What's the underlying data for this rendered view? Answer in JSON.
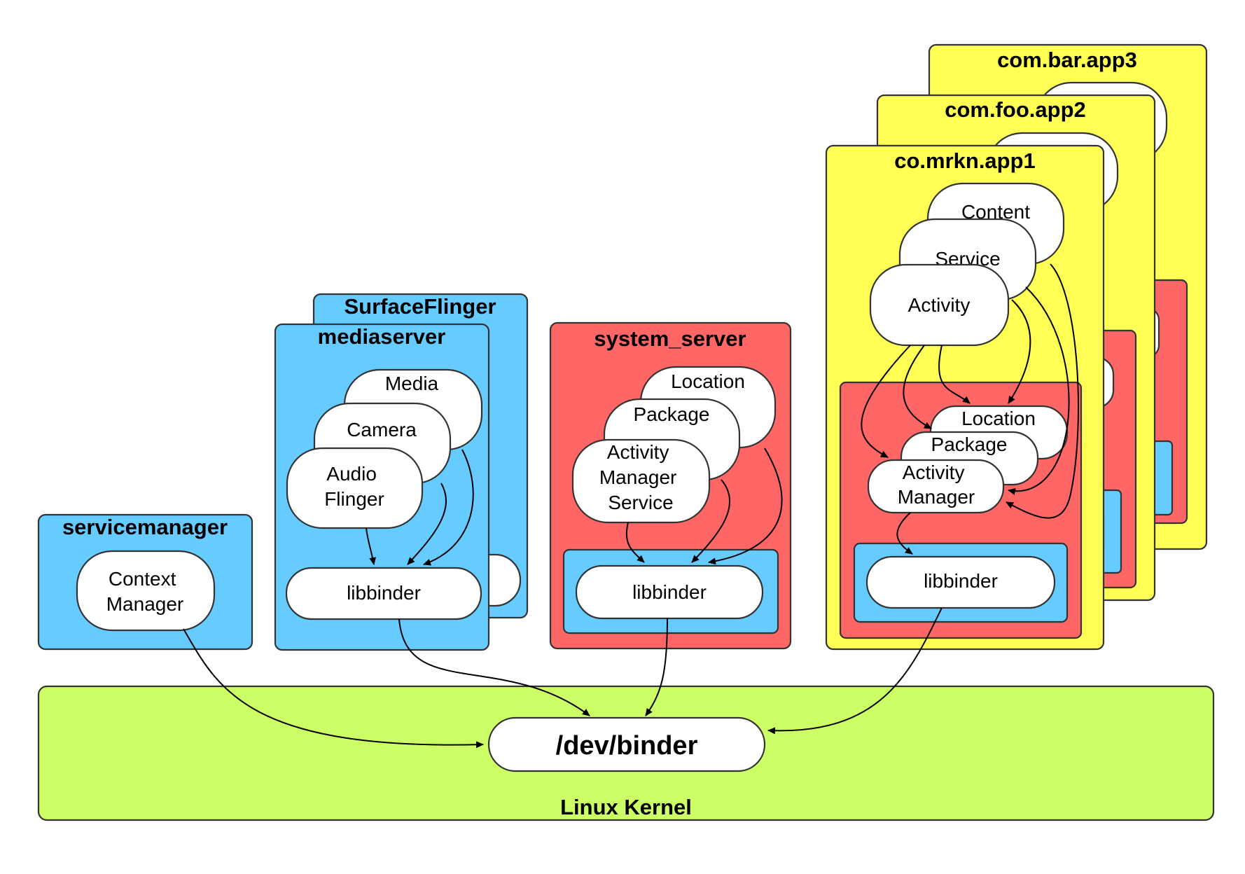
{
  "colors": {
    "blue": "#66ccff",
    "red": "#ff6666",
    "yellow": "#ffff55",
    "kernel_green": "#ccff66",
    "node": "#ffffff"
  },
  "kernel": {
    "label": "Linux Kernel",
    "binder": "/dev/binder"
  },
  "servicemanager": {
    "title": "servicemanager",
    "context_manager": [
      "Context",
      "Manager"
    ]
  },
  "surfaceflinger": {
    "title": "SurfaceFlinger"
  },
  "mediaserver": {
    "title": "mediaserver",
    "media": [
      "Media"
    ],
    "camera": [
      "Camera"
    ],
    "audio": [
      "Audio",
      "Flinger"
    ],
    "libbinder": "libbinder"
  },
  "system_server": {
    "title": "system_server",
    "location": [
      "Location"
    ],
    "package": [
      "Package"
    ],
    "activity": [
      "Activity",
      "Manager",
      "Service"
    ],
    "libbinder": "libbinder"
  },
  "apps": {
    "app3_title": "com.bar.app3",
    "app2_title": "com.foo.app2",
    "app1_title": "co.mrkn.app1",
    "content": "Content",
    "service": "Service",
    "activity": "Activity",
    "location": "Location",
    "package": "Package",
    "activity_manager": [
      "Activity",
      "Manager"
    ],
    "libbinder": "libbinder"
  }
}
